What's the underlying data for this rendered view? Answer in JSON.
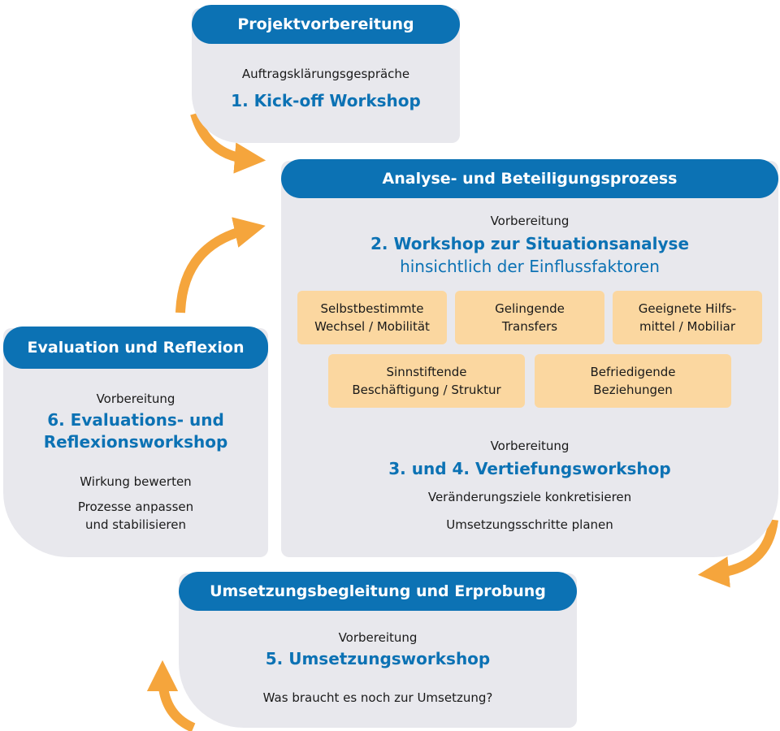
{
  "colors": {
    "header_blue": "#0c72b4",
    "panel_gray": "#e8e8ed",
    "tile_orange": "#fbd7a0",
    "arrow_orange": "#f5a53c"
  },
  "panels": {
    "projekt": {
      "header": "Projektvorbereitung",
      "line1": "Auftragsklärungsgespräche",
      "step": "1. Kick-off Workshop"
    },
    "analyse": {
      "header": "Analyse- und Beteiligungsprozess",
      "prep1": "Vorbereitung",
      "step2_line1": "2. Workshop zur Situationsanalyse",
      "step2_line2": "hinsichtlich der Einflussfaktoren",
      "factors": [
        "Selbstbestimmte\nWechsel / Mobilität",
        "Gelingende\nTransfers",
        "Geeignete Hilfs-\nmittel / Mobiliar",
        "Sinnstiftende\nBeschäftigung / Struktur",
        "Befriedigende\nBeziehungen"
      ],
      "prep2": "Vorbereitung",
      "step34": "3. und 4. Vertiefungsworkshop",
      "detail1": "Veränderungsziele konkretisieren",
      "detail2": "Umsetzungsschritte planen"
    },
    "evaluation": {
      "header": "Evaluation und Reflexion",
      "prep": "Vorbereitung",
      "step_line1": "6. Evaluations- und",
      "step_line2": "Reflexionsworkshop",
      "detail1": "Wirkung bewerten",
      "detail2_line1": "Prozesse anpassen",
      "detail2_line2": "und stabilisieren"
    },
    "umsetzung": {
      "header": "Umsetzungsbegleitung und Erprobung",
      "prep": "Vorbereitung",
      "step": "5. Umsetzungsworkshop",
      "detail": "Was braucht es noch zur Umsetzung?"
    }
  }
}
